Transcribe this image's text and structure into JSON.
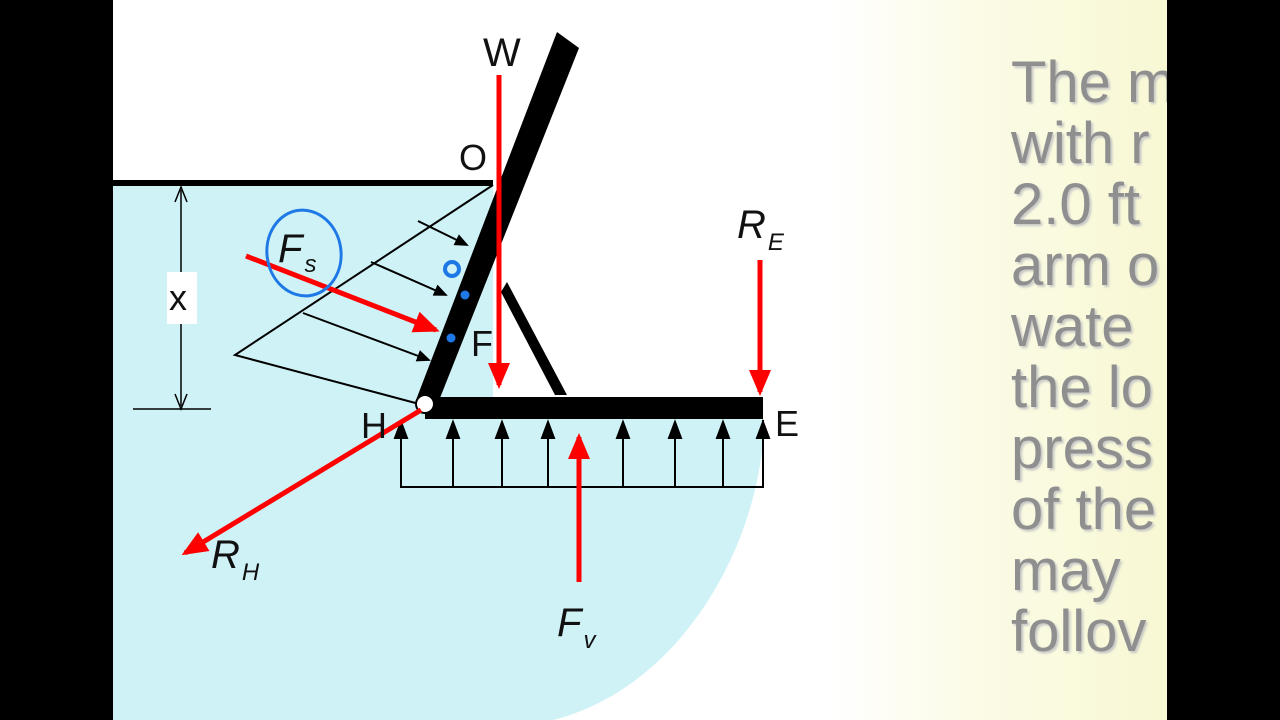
{
  "diagram": {
    "labels": {
      "W": "W",
      "O": "O",
      "x": "x",
      "Fs_main": "F",
      "Fs_sub": "s",
      "F": "F",
      "H": "H",
      "RE_main": "R",
      "RE_sub": "E",
      "E": "E",
      "RH_main": "R",
      "RH_sub": "H",
      "Fv_main": "F",
      "Fv_sub": "v"
    },
    "colors": {
      "water": "#cff2f6",
      "force_arrow": "#ff0000",
      "member": "#000000",
      "annotation": "#1e78e6"
    }
  },
  "side_text": {
    "lines": [
      "The m",
      "with r",
      "2.0 ft",
      "arm o",
      "wate",
      "the lo",
      "press",
      "of the",
      "may",
      "follov"
    ]
  }
}
